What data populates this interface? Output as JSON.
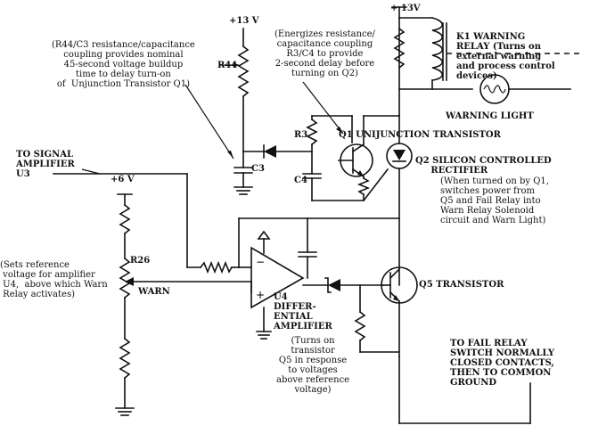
{
  "labels": {
    "v13_top": "+13 V",
    "v13_right": "+ 13V",
    "v6": "+6 V",
    "r44_note": "(R44/C3 resistance/capacitance\ncoupling provides nominal\n45-second voltage buildup\ntime to delay turn-on\nof  Unjunction Transistor Q1)",
    "r44": "R44",
    "r3c4_note": "(Energizes resistance/\ncapacitance coupling\nR3/C4 to provide\n2-second delay before\nturning on Q2)",
    "k1": "K1 WARNING\nRELAY (Turns on\nexternal warning\nand process control\ndevices)",
    "warning_light": "WARNING LIGHT",
    "r3": "R3",
    "q1": "Q1 UNIJUNCTION TRANSISTOR",
    "to_signal": "TO SIGNAL\nAMPLIFIER\nU3",
    "c3": "C3",
    "q2": "Q2 SILICON CONTROLLED\n     RECTIFIER",
    "q2_note": "(When turned on by Q1,\nswitches power from\nQ5 and Fail Relay into\nWarn Relay Solenoid\ncircuit and Warn Light)",
    "c4": "C4",
    "r26_note": "(Sets reference\n voltage for amplifier\n U4,  above which Warn\n Relay activates)",
    "r26": "R26",
    "warn": "WARN",
    "u4": "U4\nDIFFER-\nENTIAL\nAMPLIFIER",
    "u4_note": "(Turns on\ntransistor\nQ5 in response\nto voltages\nabove reference\nvoltage)",
    "q5": "Q5 TRANSISTOR",
    "fail_relay": "TO FAIL RELAY\nSWITCH NORMALLY\nCLOSED CONTACTS,\nTHEN TO COMMON\nGROUND"
  }
}
